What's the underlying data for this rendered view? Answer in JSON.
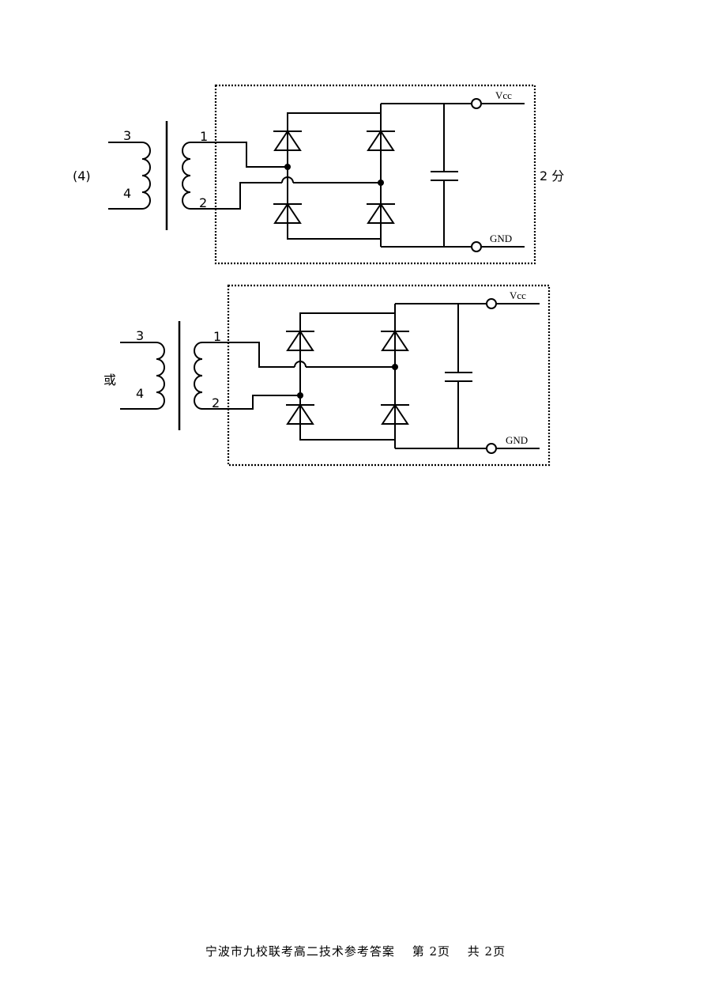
{
  "question_label": "(4)",
  "alt_label": "或",
  "score_label": "2 分",
  "circuits": [
    {
      "primary_top_pin": "3",
      "primary_bottom_pin": "4",
      "secondary_top_pin": "1",
      "secondary_bottom_pin": "2",
      "vcc_label": "Vcc",
      "gnd_label": "GND"
    },
    {
      "primary_top_pin": "3",
      "primary_bottom_pin": "4",
      "secondary_top_pin": "1",
      "secondary_bottom_pin": "2",
      "vcc_label": "Vcc",
      "gnd_label": "GND"
    }
  ],
  "footer": {
    "title": "宁波市九校联考高二技术参考答案",
    "page": "第 2页",
    "total": "共 2页"
  }
}
